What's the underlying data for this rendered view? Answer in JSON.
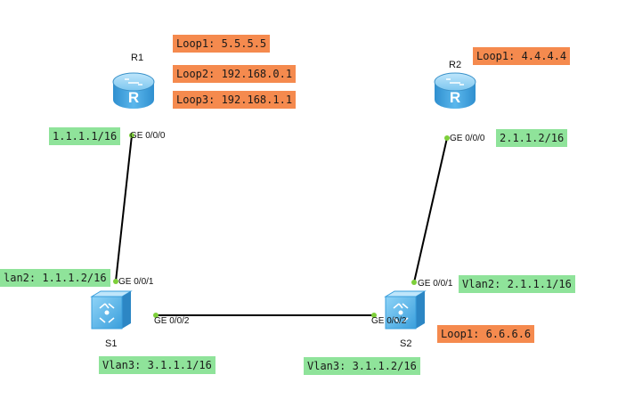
{
  "devices": {
    "r1": "R1",
    "r2": "R2",
    "s1": "S1",
    "s2": "S2"
  },
  "addresses": {
    "r1_loop1": "Loop1: 5.5.5.5",
    "r1_loop2": "Loop2: 192.168.0.1",
    "r1_loop3": "Loop3: 192.168.1.1",
    "r2_loop1": "Loop1: 4.4.4.4",
    "s2_loop1": "Loop1: 6.6.6.6",
    "r1_ge000": "1.1.1.1/16",
    "r2_ge000": "2.1.1.2/16",
    "s1_vlan2": "lan2: 1.1.1.2/16",
    "s2_vlan2": "Vlan2: 2.1.1.1/16",
    "s1_vlan3": "Vlan3: 3.1.1.1/16",
    "s2_vlan3": "Vlan3: 3.1.1.2/16"
  },
  "ports": {
    "r1_port": "GE 0/0/0",
    "r2_port": "GE 0/0/0",
    "s1_up": "GE 0/0/1",
    "s1_side": "GE 0/0/2",
    "s2_up": "GE 0/0/1",
    "s2_side": "GE 0/0/2"
  },
  "colors": {
    "router_body": "#4aa8e0",
    "switch_body": "#5ab5ea",
    "label_green": "#8fe39a",
    "label_orange": "#f58a4e",
    "link": "#000000",
    "port_dot": "#7dcf3a"
  },
  "icons": {
    "router": "router-icon",
    "switch": "switch-icon"
  }
}
